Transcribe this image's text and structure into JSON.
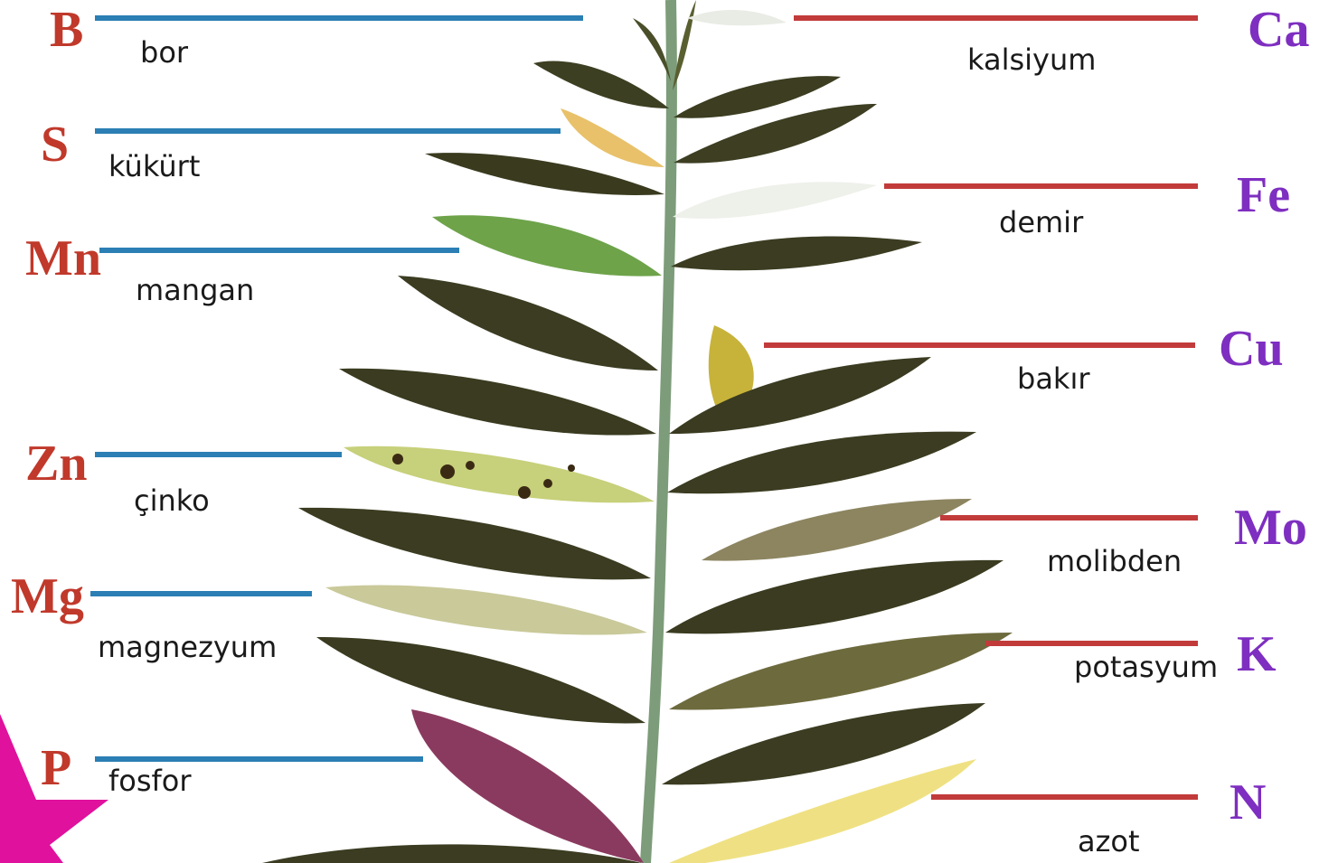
{
  "colors": {
    "left_symbol": "#c0392b",
    "right_symbol": "#7e2ec0",
    "left_line": "#2b7fb4",
    "right_line": "#c23b3b",
    "star": "#e0119c"
  },
  "left_elements": [
    {
      "symbol": "B",
      "name": "bor"
    },
    {
      "symbol": "S",
      "name": "kükürt"
    },
    {
      "symbol": "Mn",
      "name": "mangan"
    },
    {
      "symbol": "Zn",
      "name": "çinko"
    },
    {
      "symbol": "Mg",
      "name": "magnezyum"
    },
    {
      "symbol": "P",
      "name": "fosfor"
    }
  ],
  "right_elements": [
    {
      "symbol": "Ca",
      "name": "kalsiyum"
    },
    {
      "symbol": "Fe",
      "name": "demir"
    },
    {
      "symbol": "Cu",
      "name": "bakır"
    },
    {
      "symbol": "Mo",
      "name": "molibden"
    },
    {
      "symbol": "K",
      "name": "potasyum"
    },
    {
      "symbol": "N",
      "name": "azot"
    }
  ],
  "decoration": {
    "corner_icon": "star-icon"
  }
}
